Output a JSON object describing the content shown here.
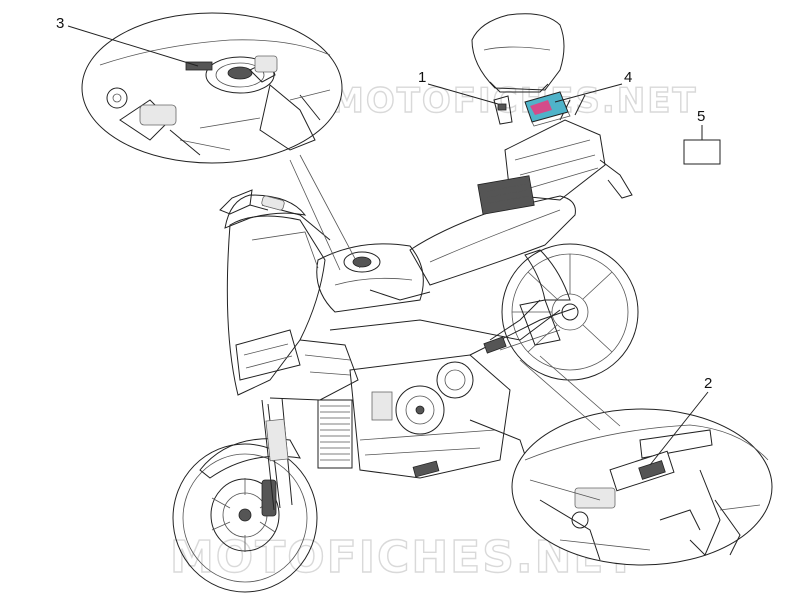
{
  "callouts": {
    "c1": "1",
    "c2": "2",
    "c3": "3",
    "c4": "4",
    "c5": "5"
  },
  "watermark": {
    "text": "MOTOFICHES.NET"
  },
  "colors": {
    "line": "#222222",
    "detail_fill": "#e8e8e8",
    "manual_cover": "#4fb3c9",
    "manual_accent": "#d44b8a"
  }
}
